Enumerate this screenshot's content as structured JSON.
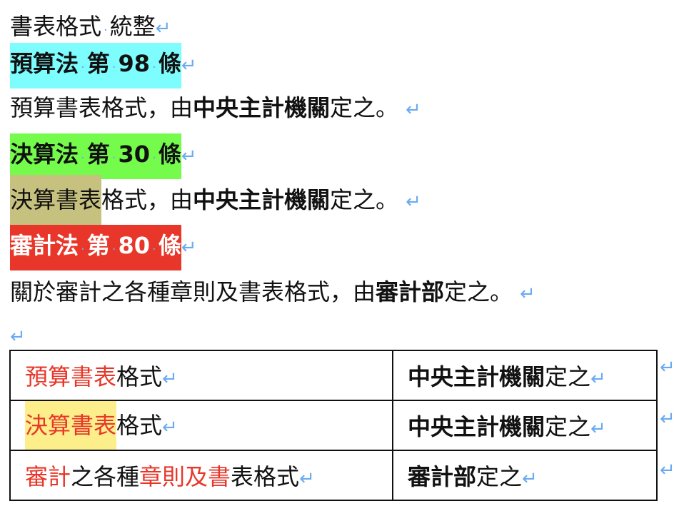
{
  "return_mark": "↵",
  "space_mark": "·",
  "colors": {
    "cyan": "#7dfdfe",
    "green": "#75fb4c",
    "olive": "#c6c17e",
    "red_bg": "#e8372a",
    "yellow": "#fdee8c",
    "red_text": "#e8372a",
    "mark": "#6aaaf0"
  },
  "title": {
    "a": "書表格式",
    "b": "統整"
  },
  "h1": {
    "a": "預算法",
    "b": "第",
    "c": "98",
    "d": "條"
  },
  "p1": {
    "a": "預算書表格式，由",
    "b": "中央主計機關",
    "c": "定之。"
  },
  "h2": {
    "a": "決算法",
    "b": "第",
    "c": "30",
    "d": "條"
  },
  "p2": {
    "a": "決算書表",
    "b": "格式，由",
    "c": "中央主計機關",
    "d": "定之。"
  },
  "h3": {
    "a": "審計法",
    "b": "第",
    "c": "80",
    "d": "條"
  },
  "p3": {
    "a": "關於審計之各種章則及書表格式，由",
    "b": "審計部",
    "c": "定之。"
  },
  "table": {
    "r1": {
      "l_red": "預算書表",
      "l": "格式",
      "r_b": "中央主計機關",
      "r": "定之"
    },
    "r2": {
      "l_red": "決算書表",
      "l": "格式",
      "r_b": "中央主計機關",
      "r": "定之"
    },
    "r3": {
      "l1_red": "審計",
      "l2": "之各種",
      "l3_red": "章則及書",
      "l4": "表格式",
      "r_b": "審計部",
      "r": "定之"
    }
  }
}
